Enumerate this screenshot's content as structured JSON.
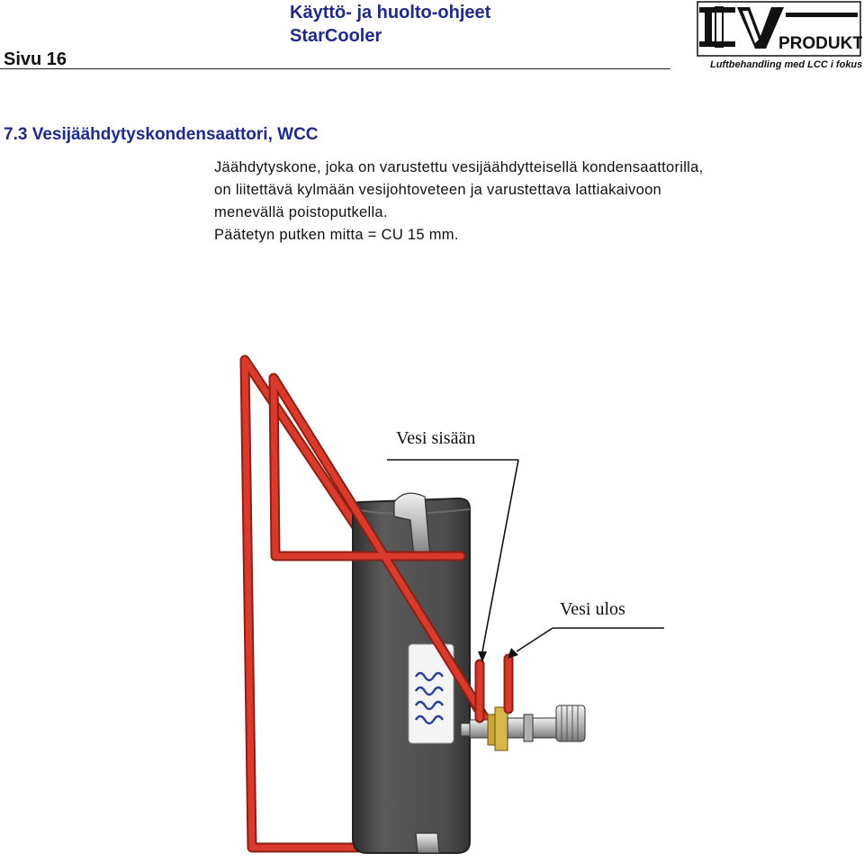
{
  "header": {
    "page_label": "Sivu 16",
    "doc_title_line1": "Käyttö- ja huolto-ohjeet",
    "doc_title_line2": "StarCooler",
    "logo_text": "PRODUKT",
    "logo_tagline": "Luftbehandling med LCC i fokus"
  },
  "section": {
    "heading": "7.3 Vesijäähdytyskondensaattori, WCC",
    "paragraph_lines": [
      "Jäähdytyskone, joka on varustettu vesijäähdytteisellä kondensaattorilla,",
      "on liitettävä kylmään vesijohtoveteen ja varustettava lattiakaivoon",
      "menevällä poistoputkella.",
      "Päätetyn putken mitta = CU 15 mm."
    ]
  },
  "diagram": {
    "label_water_in": "Vesi sisään",
    "label_water_out": "Vesi ulos",
    "colors": {
      "pipe": "#d93a2b",
      "pipe_shade": "#8e1f14",
      "body": "#505050",
      "body_dark": "#3a3a3a",
      "brass": "#c9a53a",
      "metal": "#c8c8c8"
    }
  }
}
